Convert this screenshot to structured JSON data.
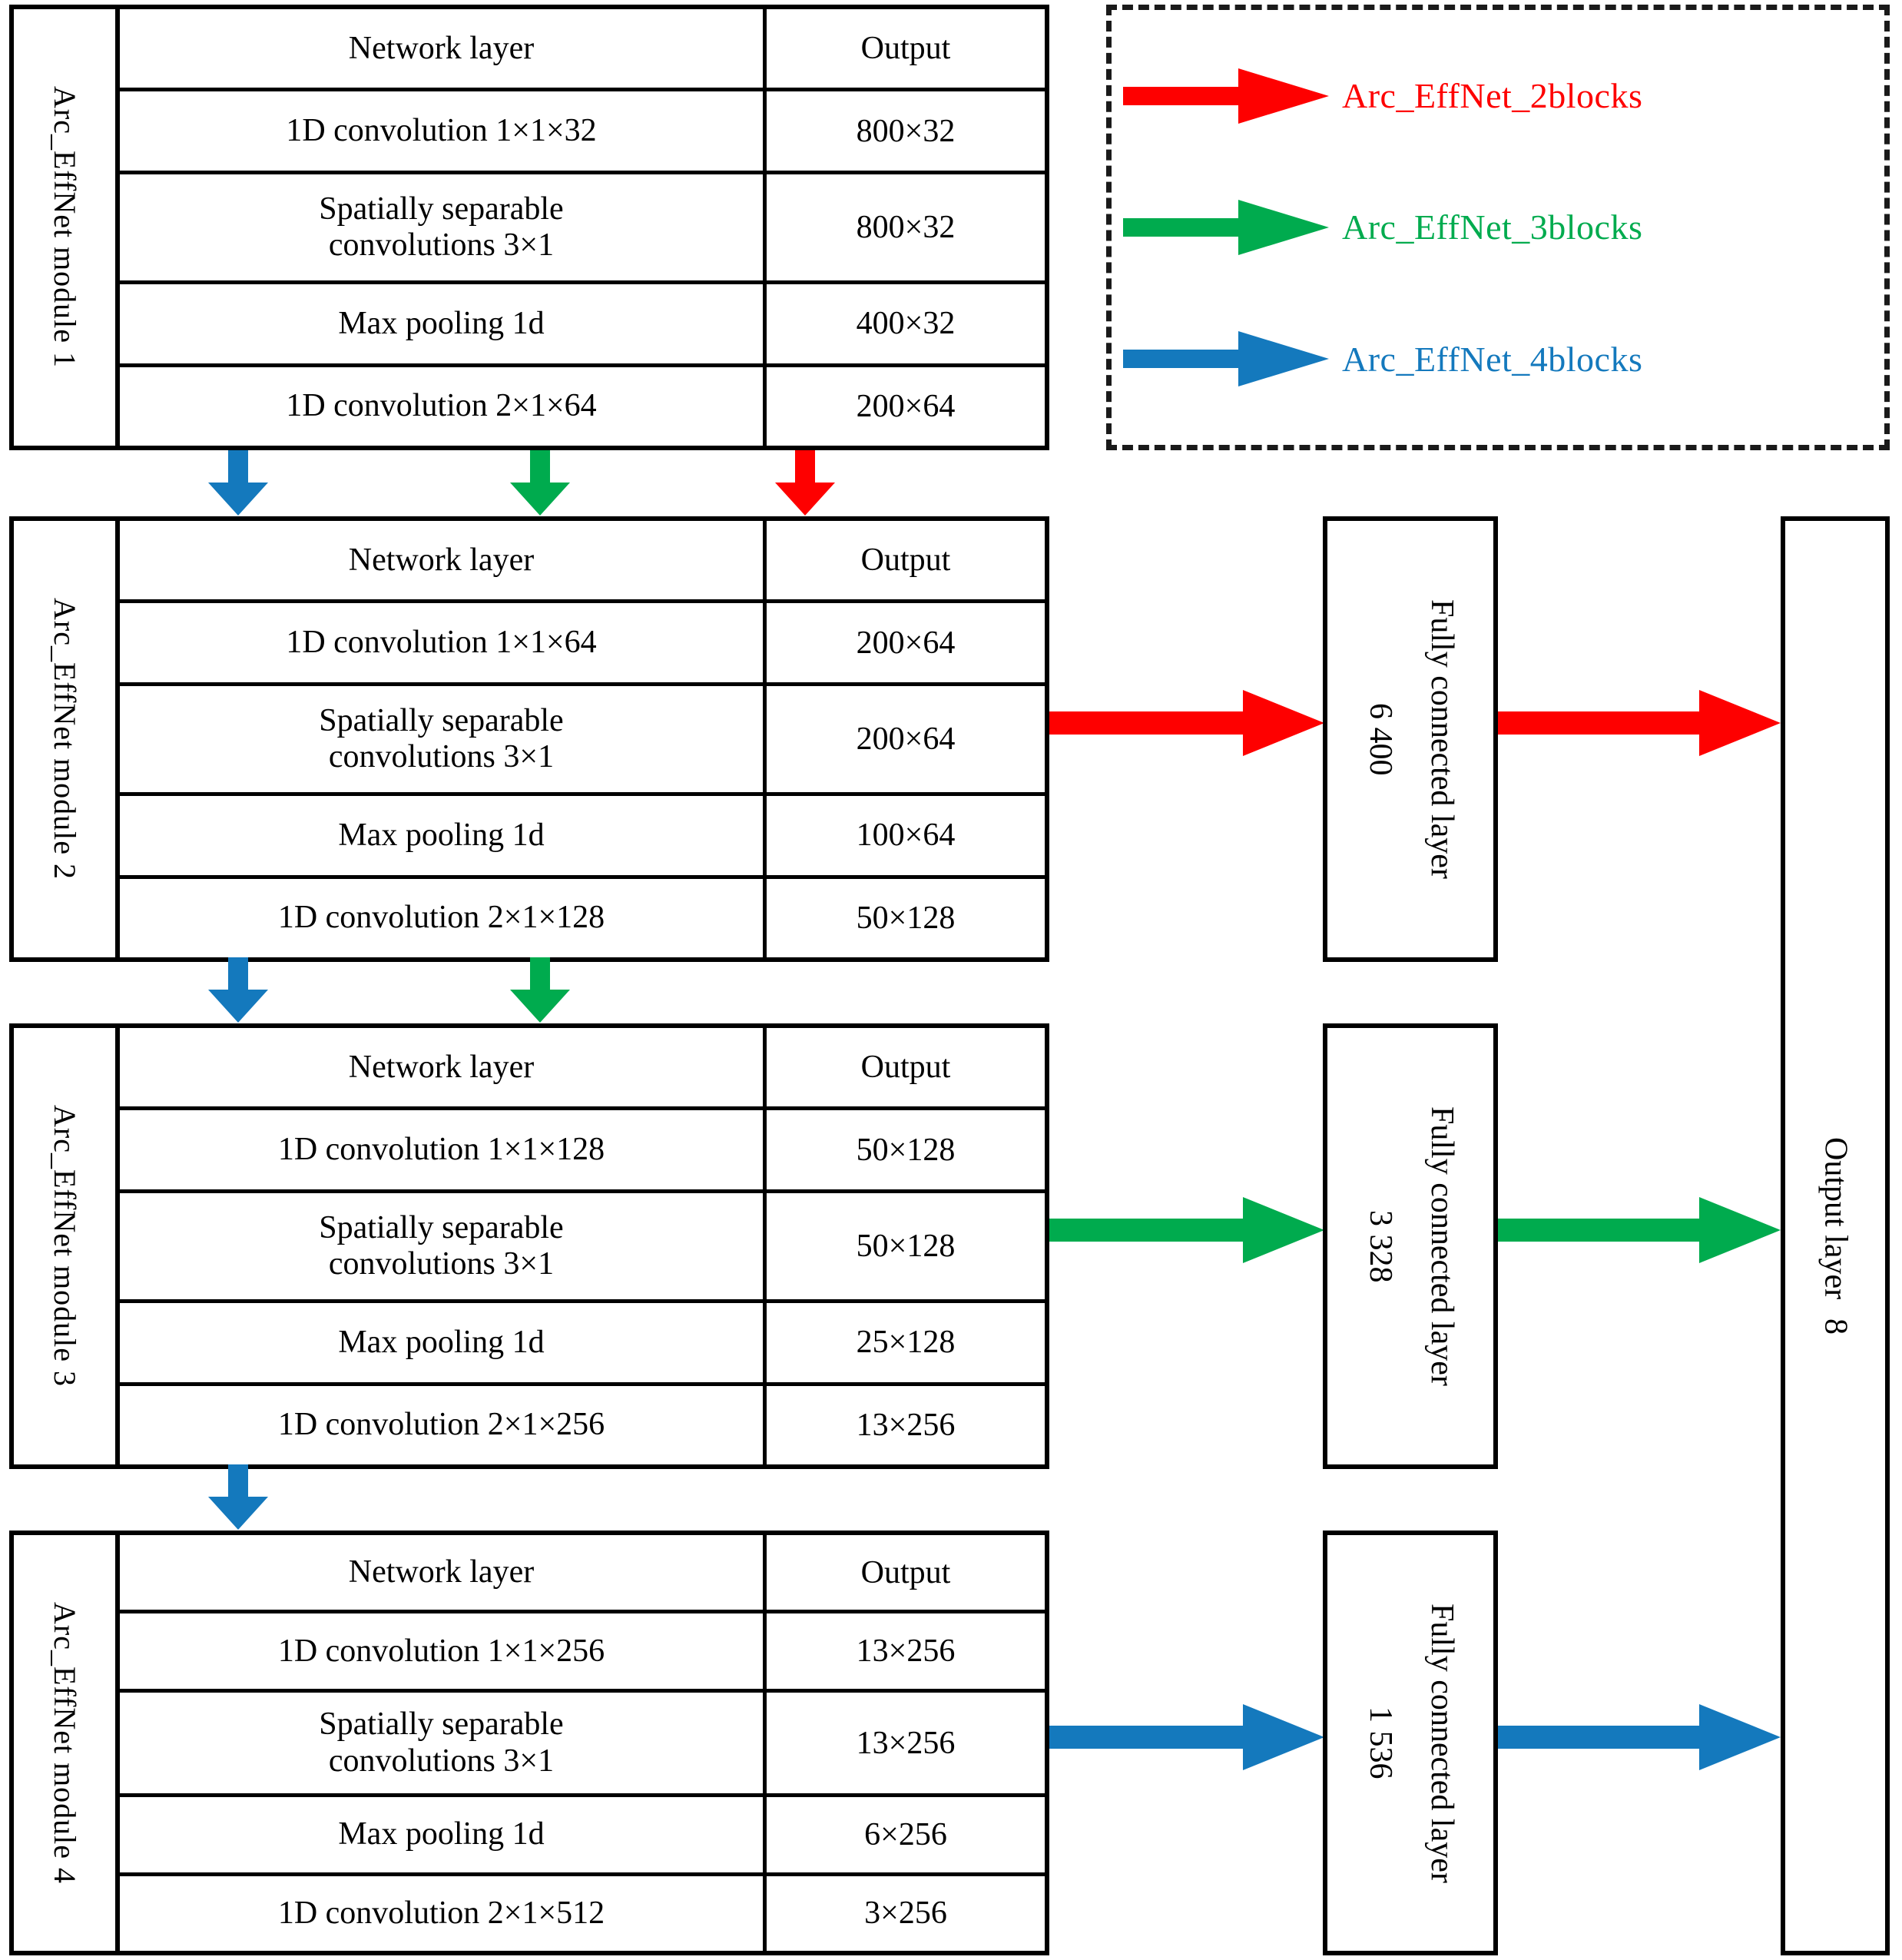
{
  "colors": {
    "red": "#fe0000",
    "green": "#00ab4e",
    "blue": "#1479bd",
    "black": "#000000"
  },
  "legend": {
    "items": [
      {
        "label": "Arc_EffNet_2blocks",
        "color": "#fe0000",
        "icon": "right-arrow-icon"
      },
      {
        "label": "Arc_EffNet_3blocks",
        "color": "#00ab4e",
        "icon": "right-arrow-icon"
      },
      {
        "label": "Arc_EffNet_4blocks",
        "color": "#1479bd",
        "icon": "right-arrow-icon"
      }
    ]
  },
  "modules": [
    {
      "title": "Arc_EffNet module 1",
      "headers": {
        "layer": "Network layer",
        "output": "Output"
      },
      "rows": [
        {
          "layer": "1D convolution  1×1×32",
          "output": "800×32"
        },
        {
          "layer": "Spatially separable\nconvolutions  3×1",
          "output": "800×32"
        },
        {
          "layer": "Max pooling 1d",
          "output": "400×32"
        },
        {
          "layer": "1D convolution  2×1×64",
          "output": "200×64"
        }
      ]
    },
    {
      "title": "Arc_EffNet module 2",
      "headers": {
        "layer": "Network layer",
        "output": "Output"
      },
      "rows": [
        {
          "layer": "1D convolution  1×1×64",
          "output": "200×64"
        },
        {
          "layer": "Spatially separable\nconvolutions  3×1",
          "output": "200×64"
        },
        {
          "layer": "Max pooling 1d",
          "output": "100×64"
        },
        {
          "layer": "1D convolution  2×1×128",
          "output": "50×128"
        }
      ]
    },
    {
      "title": "Arc_EffNet module 3",
      "headers": {
        "layer": "Network layer",
        "output": "Output"
      },
      "rows": [
        {
          "layer": "1D convolution  1×1×128",
          "output": "50×128"
        },
        {
          "layer": "Spatially separable\nconvolutions  3×1",
          "output": "50×128"
        },
        {
          "layer": "Max pooling 1d",
          "output": "25×128"
        },
        {
          "layer": "1D convolution  2×1×256",
          "output": "13×256"
        }
      ]
    },
    {
      "title": "Arc_EffNet module 4",
      "headers": {
        "layer": "Network layer",
        "output": "Output"
      },
      "rows": [
        {
          "layer": "1D convolution  1×1×256",
          "output": "13×256"
        },
        {
          "layer": "Spatially separable\nconvolutions  3×1",
          "output": "13×256"
        },
        {
          "layer": "Max pooling 1d",
          "output": "6×256"
        },
        {
          "layer": "1D convolution  2×1×512",
          "output": "3×256"
        }
      ]
    }
  ],
  "fc_layers": [
    {
      "name": "Fully connected layer",
      "units": "6 400",
      "color": "#fe0000"
    },
    {
      "name": "Fully connected layer",
      "units": "3 328",
      "color": "#00ab4e"
    },
    {
      "name": "Fully connected layer",
      "units": "1 536",
      "color": "#1479bd"
    }
  ],
  "output_layer": {
    "name": "Output layer",
    "units": "8"
  }
}
